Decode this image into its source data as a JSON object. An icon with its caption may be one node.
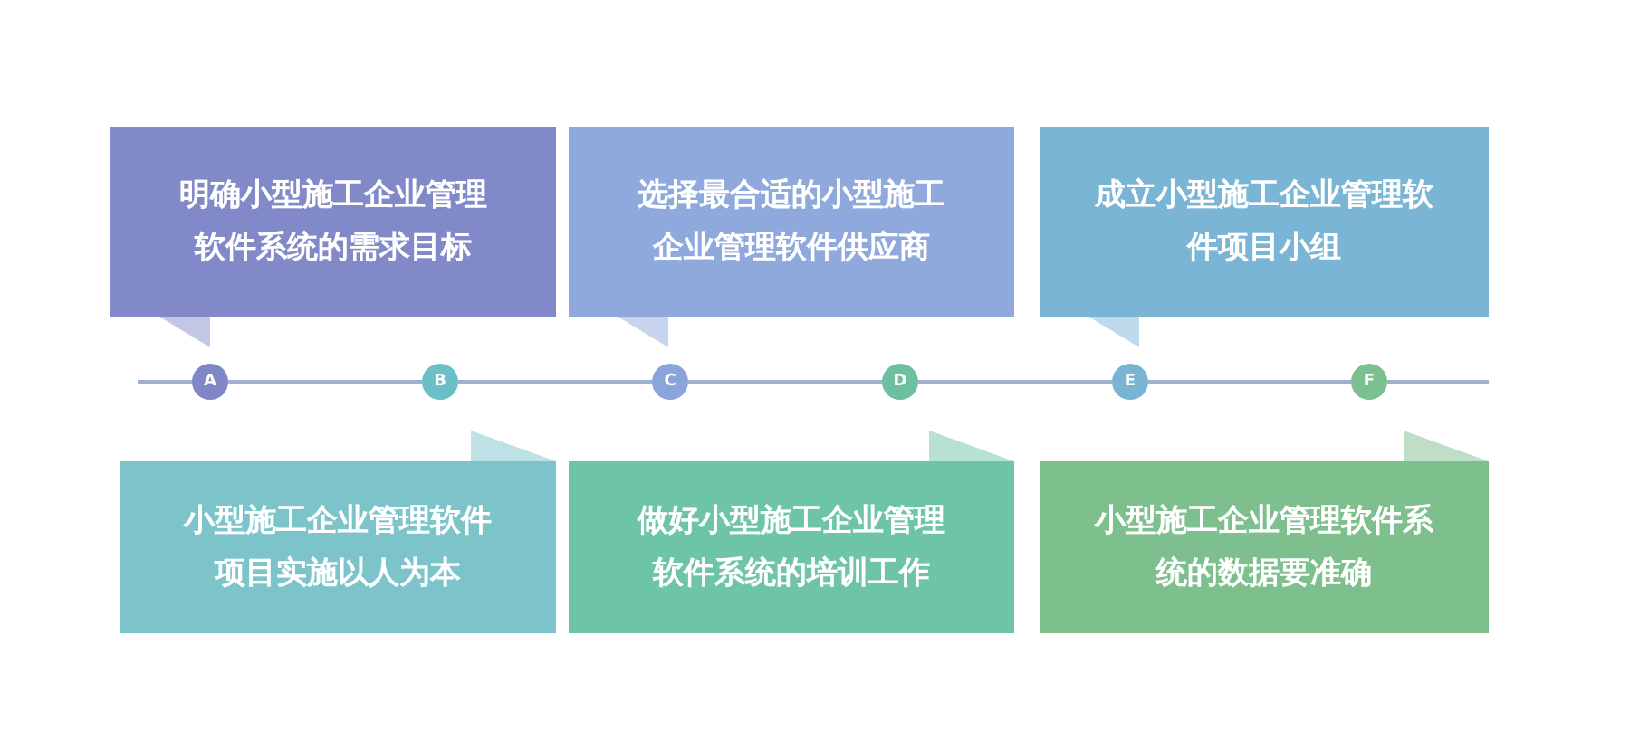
{
  "diagram": {
    "nodes": [
      {
        "text": [
          "明确小型施工企业管理软件系统的需求目标"
        ]
      },
      {
        "text": [
          "选择最合适的小型施工企业管理软件供应商"
        ]
      },
      {
        "text": [
          "成立小型施工企业管理软件项目小组"
        ]
      },
      {
        "text": [
          "A"
        ]
      },
      {
        "text": [
          "B"
        ]
      },
      {
        "text": [
          "C"
        ]
      },
      {
        "text": [
          "D"
        ]
      },
      {
        "text": [
          "E"
        ]
      },
      {
        "text": [
          "F"
        ]
      },
      {
        "text": [
          "小型施工企业管理软件项目实施以人为本"
        ]
      },
      {
        "text": [
          "做好小型施工企业管理软件系统的培训工作"
        ]
      },
      {
        "text": [
          "小型施工企业管理软件系统的数据要准确"
        ]
      }
    ],
    "edges": [
      {
        "from": 3,
        "to": 4,
        "arrow": "none"
      },
      {
        "from": 4,
        "to": 5,
        "arrow": "none"
      },
      {
        "from": 5,
        "to": 6,
        "arrow": "none"
      },
      {
        "from": 6,
        "to": 7,
        "arrow": "none"
      },
      {
        "from": 7,
        "to": 8,
        "arrow": "none"
      }
    ]
  }
}
